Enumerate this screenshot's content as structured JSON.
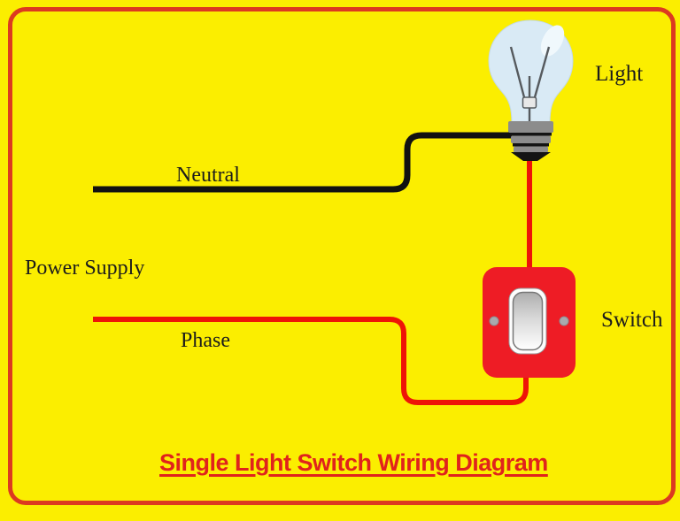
{
  "diagram": {
    "title": "Single Light Switch Wiring Diagram",
    "labels": {
      "light": "Light",
      "neutral": "Neutral",
      "power_supply": "Power Supply",
      "phase": "Phase",
      "switch": "Switch"
    },
    "components": [
      "light-bulb",
      "neutral-wire",
      "phase-wire",
      "single-switch"
    ],
    "colors": {
      "background_yellow": "#fbee00",
      "border_red": "#dc3a20",
      "neutral_wire_black": "#111111",
      "phase_wire_red": "#ee1407",
      "switch_red": "#ee1c25",
      "title_red": "#e0231c",
      "bulb_glass_blue": "#d9eaf5",
      "bulb_base_gray": "#8c8c8c",
      "label_black": "#1c1c1c"
    }
  }
}
